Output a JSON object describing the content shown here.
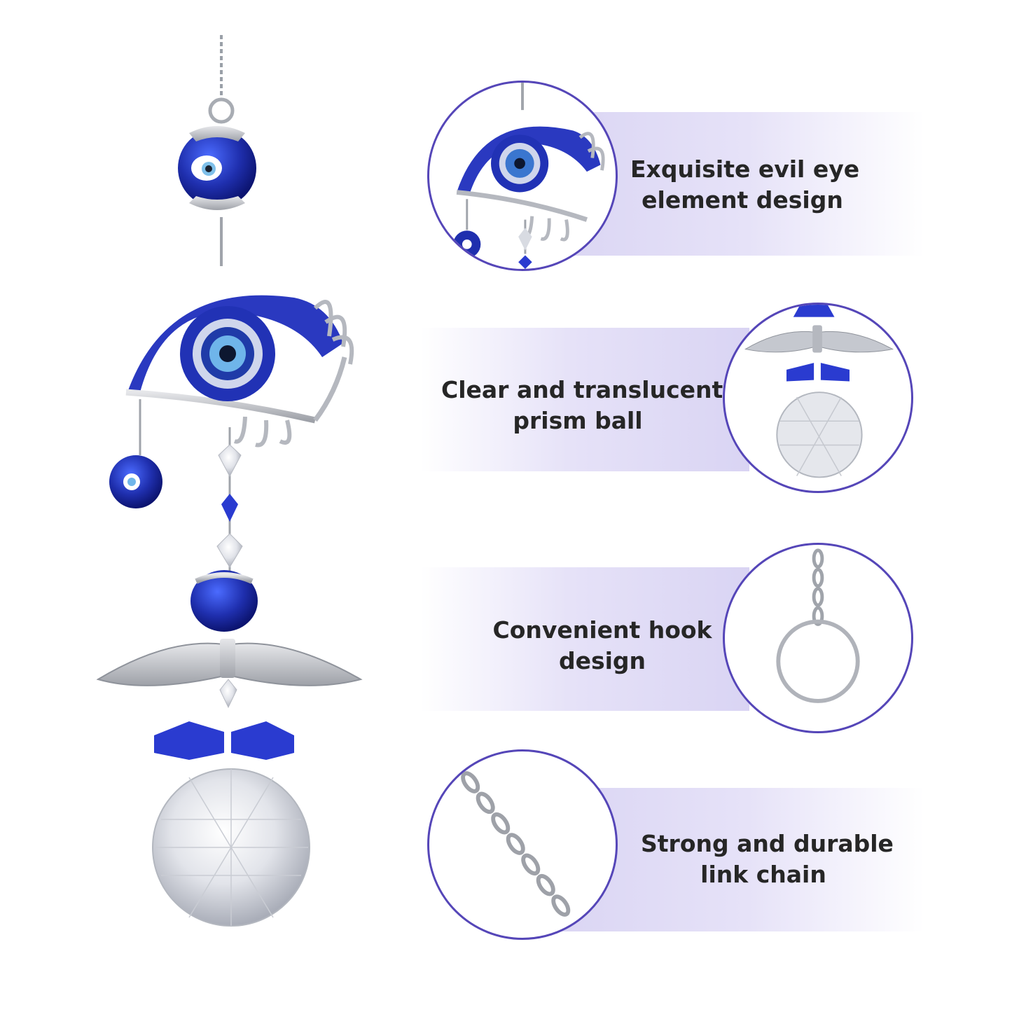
{
  "features": [
    {
      "line1": "Exquisite evil eye",
      "line2": "element design",
      "icon": "evil-eye-closeup"
    },
    {
      "line1": "Clear and translucent",
      "line2": "prism ball",
      "icon": "prism-ball-closeup"
    },
    {
      "line1": "Convenient hook",
      "line2": "design",
      "icon": "key-ring-closeup"
    },
    {
      "line1": "Strong and durable",
      "line2": "link chain",
      "icon": "link-chain-closeup"
    }
  ],
  "colors": {
    "accent": "#5546b8",
    "band": "#d9d4f3",
    "cobalt": "#1f2fae",
    "silver": "#b9bcc4"
  }
}
